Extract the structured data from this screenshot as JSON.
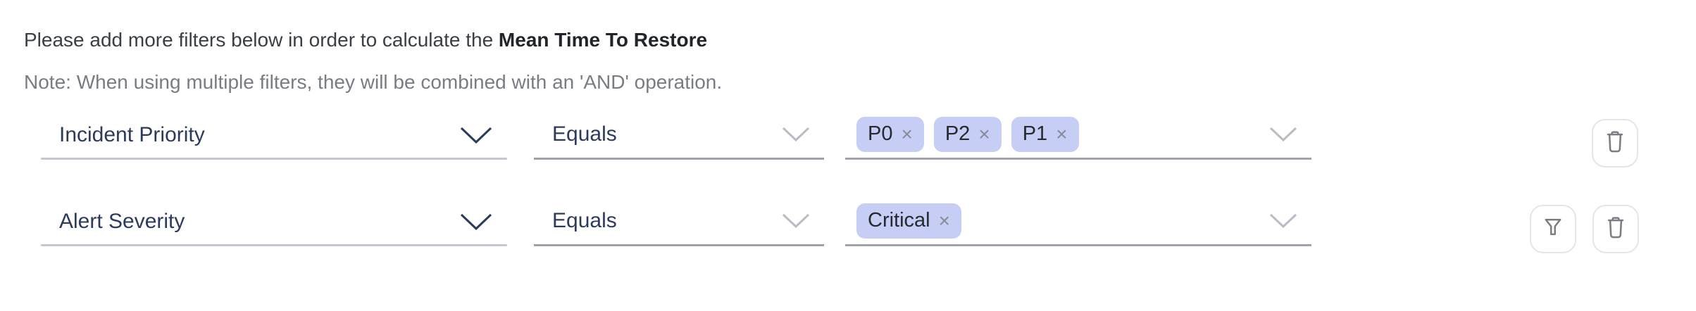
{
  "header": {
    "intro": "Please add more filters below in order to calculate the ",
    "metric": "Mean Time To Restore",
    "note": "Note: When using multiple filters, they will be combined with an 'AND' operation."
  },
  "rows": [
    {
      "field": "Incident Priority",
      "operator": "Equals",
      "values": [
        "P0",
        "P2",
        "P1"
      ],
      "actions": [
        "delete"
      ]
    },
    {
      "field": "Alert Severity",
      "operator": "Equals",
      "values": [
        "Critical"
      ],
      "actions": [
        "filter",
        "delete"
      ]
    }
  ],
  "ui": {
    "remove_glyph": "×",
    "combine_operation": "AND",
    "icons": {
      "dropdown": "chevron-down-icon",
      "delete": "trash-icon",
      "filter": "funnel-icon"
    },
    "colors": {
      "chip_bg": "#c6cef5",
      "chip_text": "#26292e",
      "field_text": "#2c3a5c",
      "underline_dark": "#9da2a9",
      "underline_light": "#c3c8d0",
      "note_text": "#787d85",
      "icon": "#7a7d82",
      "button_border": "#e4e5e7"
    }
  }
}
